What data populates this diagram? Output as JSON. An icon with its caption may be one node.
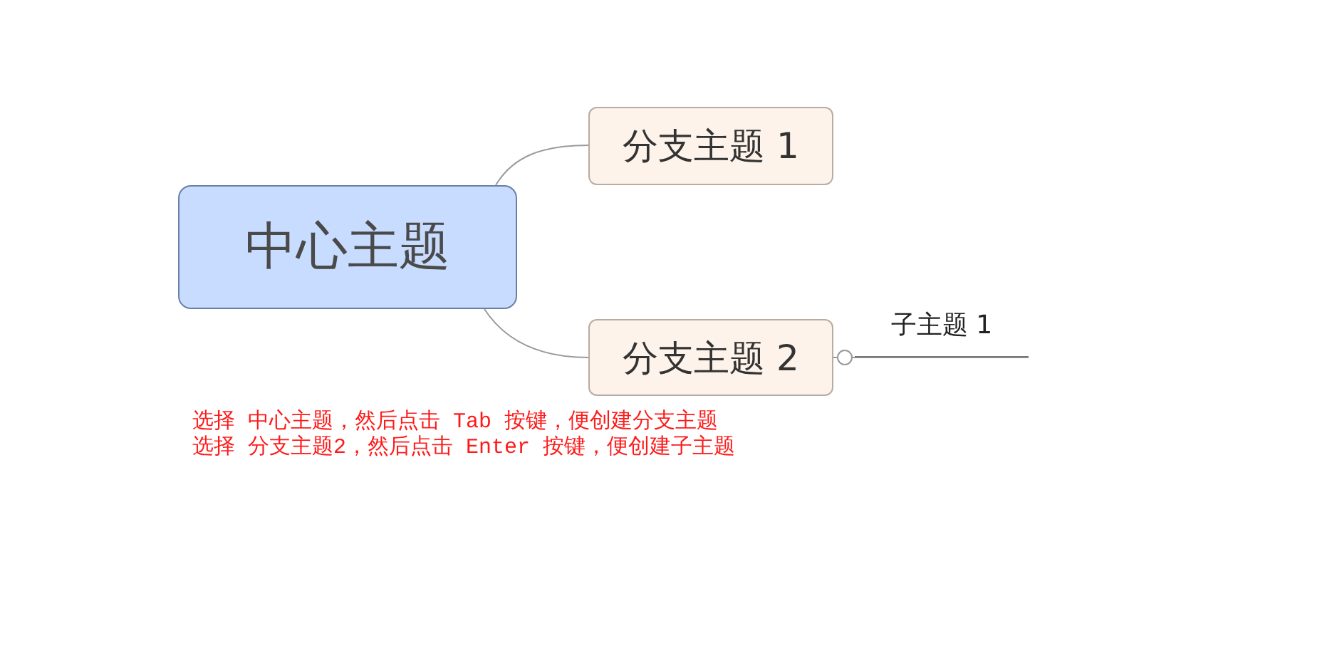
{
  "diagram": {
    "nodes": [
      {
        "text": [
          "中心主题"
        ]
      },
      {
        "text": [
          "分支主题 1"
        ]
      },
      {
        "text": [
          "分支主题 2"
        ]
      },
      {
        "text": [
          "子主题 1"
        ]
      }
    ],
    "edges": [
      {
        "from": 0,
        "to": 1,
        "arrow": "none"
      },
      {
        "from": 0,
        "to": 2,
        "arrow": "none"
      },
      {
        "from": 2,
        "to": 3,
        "arrow": "none"
      }
    ],
    "labels": [
      "选择 中心主题，然后点击 Tab 按键，便创建分支主题",
      "选择 分支主题2，然后点击 Enter 按键，便创建子主题"
    ]
  }
}
